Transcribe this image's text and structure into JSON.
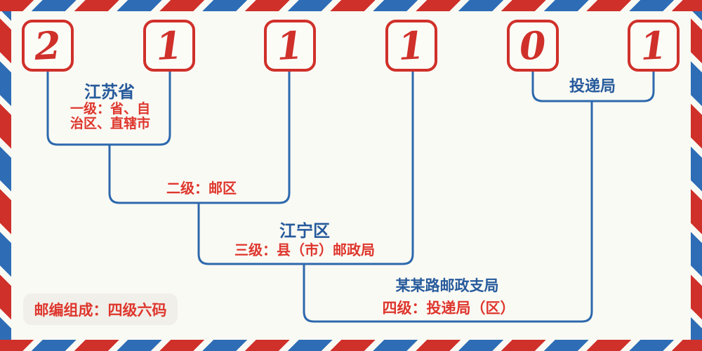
{
  "diagram": {
    "title_meaning": "postal-code structure diagram",
    "digits": [
      "2",
      "1",
      "1",
      "1",
      "0",
      "1"
    ],
    "level1": {
      "name": "江苏省",
      "desc_line1": "一级：省、自",
      "desc_line2": "治区、直辖市"
    },
    "level2": {
      "desc": "二级：邮区"
    },
    "level3": {
      "name": "江宁区",
      "desc": "三级：县（市）邮政局"
    },
    "level4": {
      "name": "某某路邮政支局",
      "desc": "四级：投递局（区）"
    },
    "delivery": {
      "label": "投递局"
    },
    "note": {
      "label": "邮编组成：四级六码"
    }
  },
  "colors": {
    "accent_red": "#d0302a",
    "text_red": "#de362d",
    "line_blue": "#2d68ad",
    "text_blue": "#265a9c",
    "stripe_blue": "#2e6db6",
    "background": "#fafaf4",
    "note_chip_bg": "#f1efe9"
  }
}
